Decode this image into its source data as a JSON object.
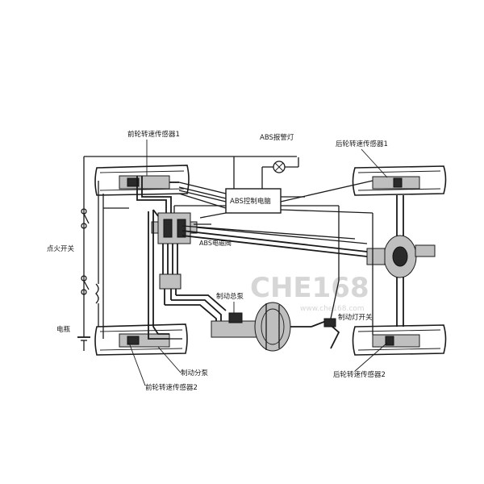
{
  "labels": {
    "front_speed_sensor_1": "前轮转速传感器1",
    "abs_warning_light": "ABS报警灯",
    "rear_speed_sensor_1": "后轮转速传感器1",
    "abs_control_unit": "ABS控制电脑",
    "abs_solenoid_valve": "ABS电磁阀",
    "ignition_switch": "点火开关",
    "master_cylinder": "制动总泵",
    "brake_light_switch": "制动灯开关",
    "battery": "电瓶",
    "wheel_cylinder": "制动分泵",
    "rear_speed_sensor_2": "后轮转速传感器2",
    "front_speed_sensor_2": "前轮转速传感器2"
  },
  "watermark": {
    "logo": "CHE168",
    "url": "www.che168.com"
  }
}
